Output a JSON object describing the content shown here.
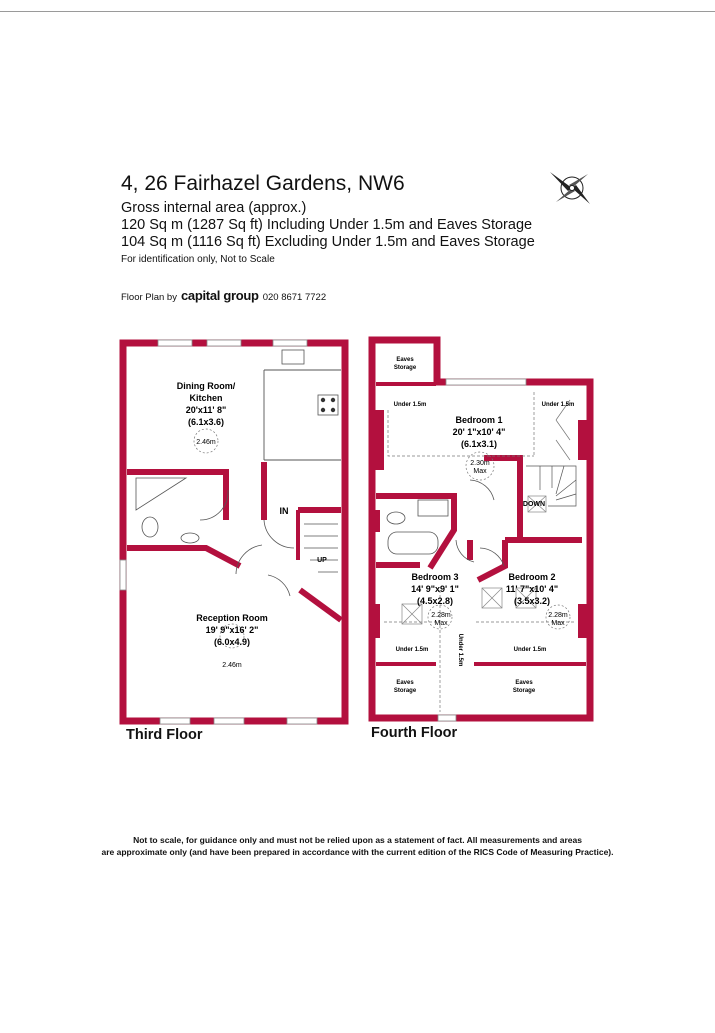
{
  "header": {
    "title": "4, 26 Fairhazel Gardens, NW6",
    "gia_heading": "Gross internal area (approx.)",
    "area_including": "120 Sq m (1287 Sq ft) Including Under 1.5m and Eaves Storage",
    "area_excluding": "104 Sq m (1116 Sq ft) Excluding Under 1.5m and Eaves Storage",
    "identification": "For identification only, Not to Scale",
    "floorplan_by": "Floor Plan by",
    "company": "capital group",
    "phone": "020 8671 7722"
  },
  "colors": {
    "wall": "#b3103e",
    "text": "#111111"
  },
  "third_floor": {
    "label": "Third Floor",
    "dining": {
      "line1": "Dining Room/",
      "line2": "Kitchen",
      "imperial": "20'x11' 8\"",
      "metric": "(6.1x3.6)",
      "height": "2.46m"
    },
    "reception": {
      "line1": "Reception Room",
      "imperial": "19' 9\"x16' 2\"",
      "metric": "(6.0x4.9)",
      "height": "2.46m"
    },
    "in_label": "IN",
    "up_label": "UP"
  },
  "fourth_floor": {
    "label": "Fourth Floor",
    "eaves_top": {
      "line1": "Eaves",
      "line2": "Storage"
    },
    "under_top_left": "Under 1.5m",
    "under_top_right": "Under 1.5m",
    "bedroom1": {
      "name": "Bedroom 1",
      "imperial": "20' 1\"x10' 4\"",
      "metric": "(6.1x3.1)",
      "height": "2.30m",
      "max": "Max"
    },
    "down_label": "DOWN",
    "bedroom3": {
      "name": "Bedroom 3",
      "imperial": "14' 9\"x9' 1\"",
      "metric": "(4.5x2.8)",
      "height": "2.28m",
      "max": "Max"
    },
    "bedroom2": {
      "name": "Bedroom 2",
      "imperial": "11' 7\"x10' 4\"",
      "metric": "(3.5x3.2)",
      "height": "2.28m",
      "max": "Max"
    },
    "under_b3": "Under 1.5m",
    "under_b2": "Under 1.5m",
    "under_vertical": "Under 1.5m",
    "eaves_bl": {
      "line1": "Eaves",
      "line2": "Storage"
    },
    "eaves_br": {
      "line1": "Eaves",
      "line2": "Storage"
    }
  },
  "disclaimer": {
    "line1": "Not to scale, for guidance only and must not be relied upon as a statement of fact.  All measurements and areas",
    "line2": "are approximate only (and have been prepared in accordance with the current edition of the RICS Code of Measuring Practice)."
  }
}
